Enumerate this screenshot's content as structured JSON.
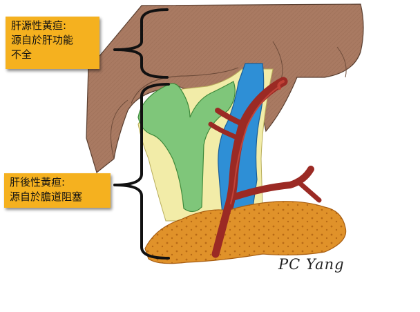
{
  "labels": {
    "hepatic": "肝源性黃疸:\n源自於肝功能\n不全",
    "posthepatic": "肝後性黃疸:\n源自於膽道阻塞"
  },
  "signature": "PC Yang",
  "colors": {
    "liver": "#a97a62",
    "liver_shadow": "#8c6249",
    "gallbladder_duct": "#7fc67a",
    "bile_duct": "#2e8fd6",
    "hepatic_artery": "#9b2a24",
    "portal_tissue": "#f2eca8",
    "pancreas": "#e0922a",
    "label_background": "#f5b11f",
    "bracket": "#111111"
  }
}
